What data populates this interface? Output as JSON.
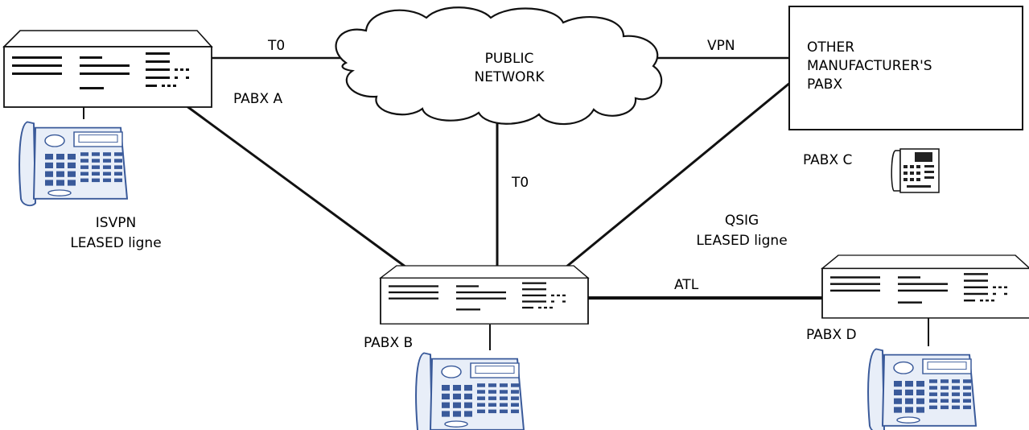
{
  "labels": {
    "public_network": [
      "PUBLIC",
      "NETWORK"
    ],
    "other_pabx": [
      "OTHER",
      "MANUFACTURER'S",
      "PABX"
    ],
    "pabx_a": "PABX A",
    "pabx_b": "PABX B",
    "pabx_c": "PABX C",
    "pabx_d": "PABX D",
    "t0_top": "T0",
    "t0_mid": "T0",
    "vpn": "VPN",
    "atl": "ATL",
    "isvpn": [
      "ISVPN",
      "LEASED ligne"
    ],
    "qsig": [
      "QSIG",
      "LEASED ligne"
    ]
  },
  "colors": {
    "line": "#111111",
    "phone_blue": "#3a5a9a",
    "phone_light": "#e8eef8"
  }
}
